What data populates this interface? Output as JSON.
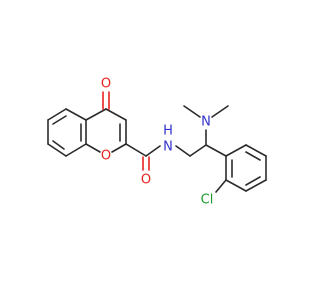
{
  "molecule": {
    "atoms": {
      "ketone_o": "O",
      "ring_o": "O",
      "amide_o": "O",
      "amide_n": "N",
      "amide_h": "H",
      "amine_n": "N",
      "chlorine": "Cl"
    },
    "colors": {
      "bond": "#2b2b2b",
      "oxygen": "#e8231f",
      "nitrogen": "#3333cc",
      "chlorine": "#1d9a2b"
    }
  }
}
